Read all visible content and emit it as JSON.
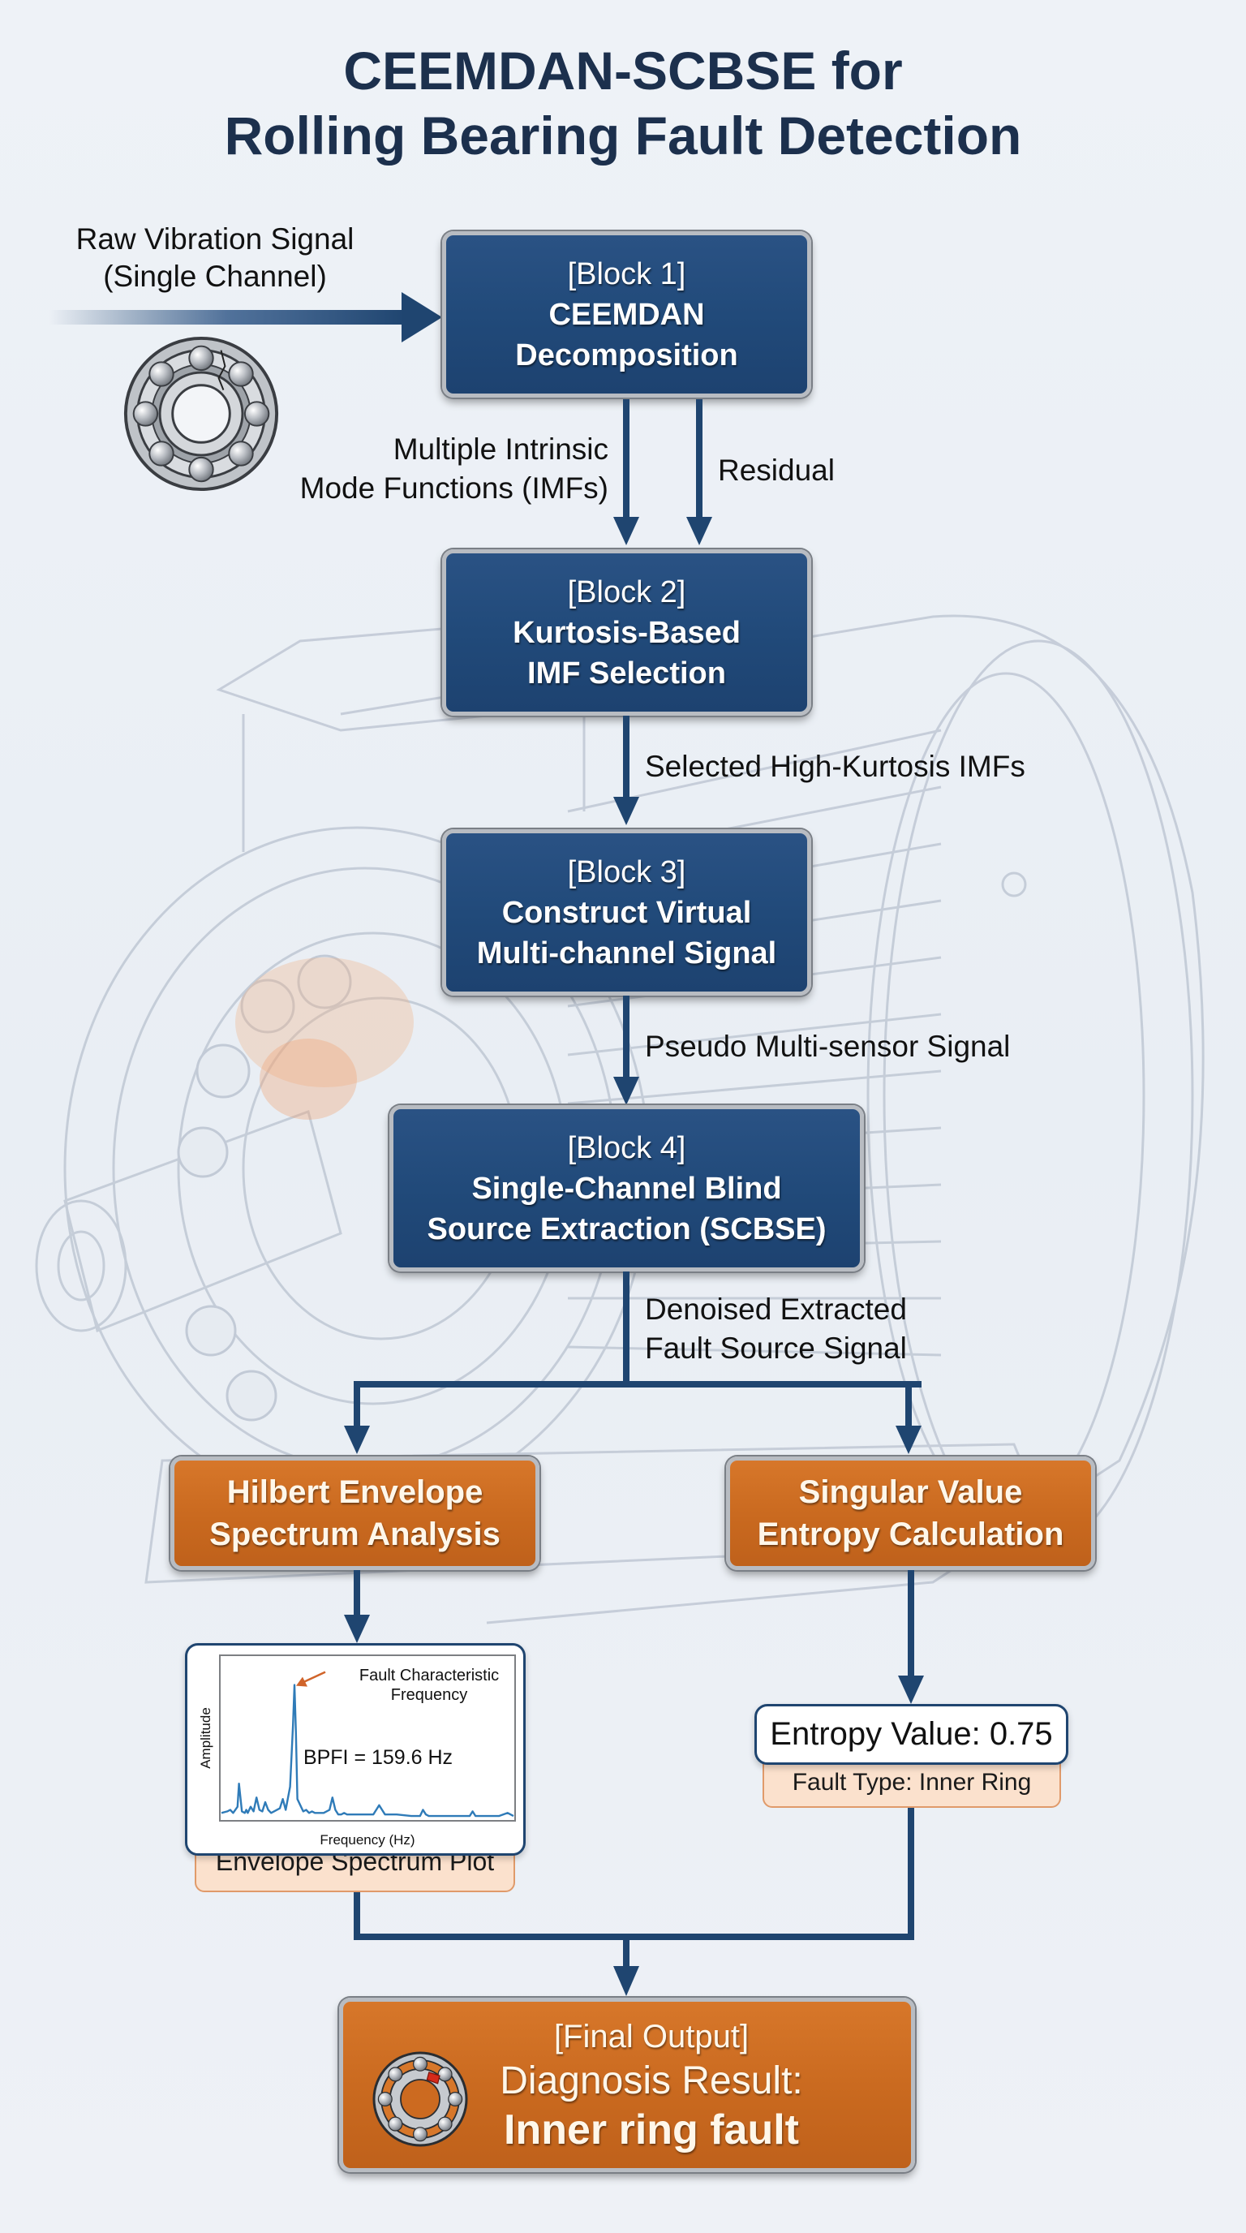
{
  "title": {
    "line1": "CEEMDAN-SCBSE for",
    "line2": "Rolling Bearing Fault Detection"
  },
  "colors": {
    "block_blue": "#214a7a",
    "block_orange": "#c9691f",
    "arrow": "#1f4570",
    "title": "#1c304d",
    "spectrum_line": "#2f7bb8",
    "annotation_arrow": "#d0642a",
    "tag_fill": "#fbe1cd"
  },
  "input": {
    "line1": "Raw Vibration Signal",
    "line2": "(Single Channel)",
    "icon": "bearing-icon"
  },
  "blocks": [
    {
      "tag": "[Block 1]",
      "line1": "CEEMDAN",
      "line2": "Decomposition"
    },
    {
      "tag": "[Block 2]",
      "line1": "Kurtosis-Based",
      "line2": "IMF Selection"
    },
    {
      "tag": "[Block 3]",
      "line1": "Construct Virtual",
      "line2": "Multi-channel Signal"
    },
    {
      "tag": "[Block 4]",
      "line1": "Single-Channel Blind",
      "line2": "Source Extraction (SCBSE)"
    }
  ],
  "flow_labels": {
    "imfs_line1": "Multiple Intrinsic",
    "imfs_line2": "Mode Functions (IMFs)",
    "residual": "Residual",
    "selected": "Selected High-Kurtosis IMFs",
    "pseudo": "Pseudo Multi-sensor Signal",
    "denoised_line1": "Denoised Extracted",
    "denoised_line2": "Fault Source Signal"
  },
  "branches": {
    "left": {
      "line1": "Hilbert Envelope",
      "line2": "Spectrum Analysis"
    },
    "right": {
      "line1": "Singular Value",
      "line2": "Entropy Calculation"
    }
  },
  "spectrum_card": {
    "tag": "Envelope Spectrum Plot"
  },
  "entropy_card": {
    "value_label": "Entropy Value: 0.75",
    "fault_type": "Fault Type: Inner Ring"
  },
  "final_output": {
    "tag": "[Final Output]",
    "line1": "Diagnosis Result:",
    "line2": "Inner ring fault",
    "icon": "faulty-bearing-icon"
  },
  "chart_data": {
    "type": "line",
    "title": "",
    "xlabel": "Frequency (Hz)",
    "ylabel": "Amplitude",
    "grid": false,
    "annotation": "Fault Characteristic Frequency",
    "annotation_value": "BPFI = 159.6 Hz",
    "note": "Axes carry no tick labels; values are relative (x: fraction of axis width, y: fraction of axis height).",
    "xlim": [
      0,
      1
    ],
    "ylim": [
      0,
      1
    ],
    "x": [
      0.0,
      0.02,
      0.03,
      0.04,
      0.055,
      0.06,
      0.07,
      0.08,
      0.085,
      0.09,
      0.1,
      0.11,
      0.12,
      0.13,
      0.14,
      0.15,
      0.16,
      0.17,
      0.18,
      0.2,
      0.21,
      0.22,
      0.235,
      0.245,
      0.25,
      0.255,
      0.26,
      0.27,
      0.28,
      0.29,
      0.3,
      0.31,
      0.32,
      0.33,
      0.35,
      0.37,
      0.38,
      0.39,
      0.4,
      0.41,
      0.42,
      0.43,
      0.45,
      0.47,
      0.5,
      0.52,
      0.53,
      0.54,
      0.55,
      0.56,
      0.6,
      0.65,
      0.68,
      0.69,
      0.7,
      0.71,
      0.75,
      0.8,
      0.85,
      0.86,
      0.87,
      0.9,
      0.95,
      0.98,
      1.0
    ],
    "y": [
      0.03,
      0.04,
      0.05,
      0.03,
      0.07,
      0.22,
      0.04,
      0.03,
      0.05,
      0.03,
      0.07,
      0.04,
      0.13,
      0.05,
      0.04,
      0.1,
      0.05,
      0.03,
      0.04,
      0.06,
      0.12,
      0.05,
      0.2,
      0.6,
      0.86,
      0.55,
      0.12,
      0.08,
      0.04,
      0.05,
      0.03,
      0.04,
      0.03,
      0.03,
      0.03,
      0.05,
      0.13,
      0.05,
      0.02,
      0.02,
      0.03,
      0.02,
      0.02,
      0.02,
      0.02,
      0.02,
      0.05,
      0.08,
      0.05,
      0.02,
      0.02,
      0.01,
      0.01,
      0.05,
      0.02,
      0.01,
      0.01,
      0.01,
      0.01,
      0.04,
      0.01,
      0.01,
      0.01,
      0.03,
      0.01
    ]
  }
}
